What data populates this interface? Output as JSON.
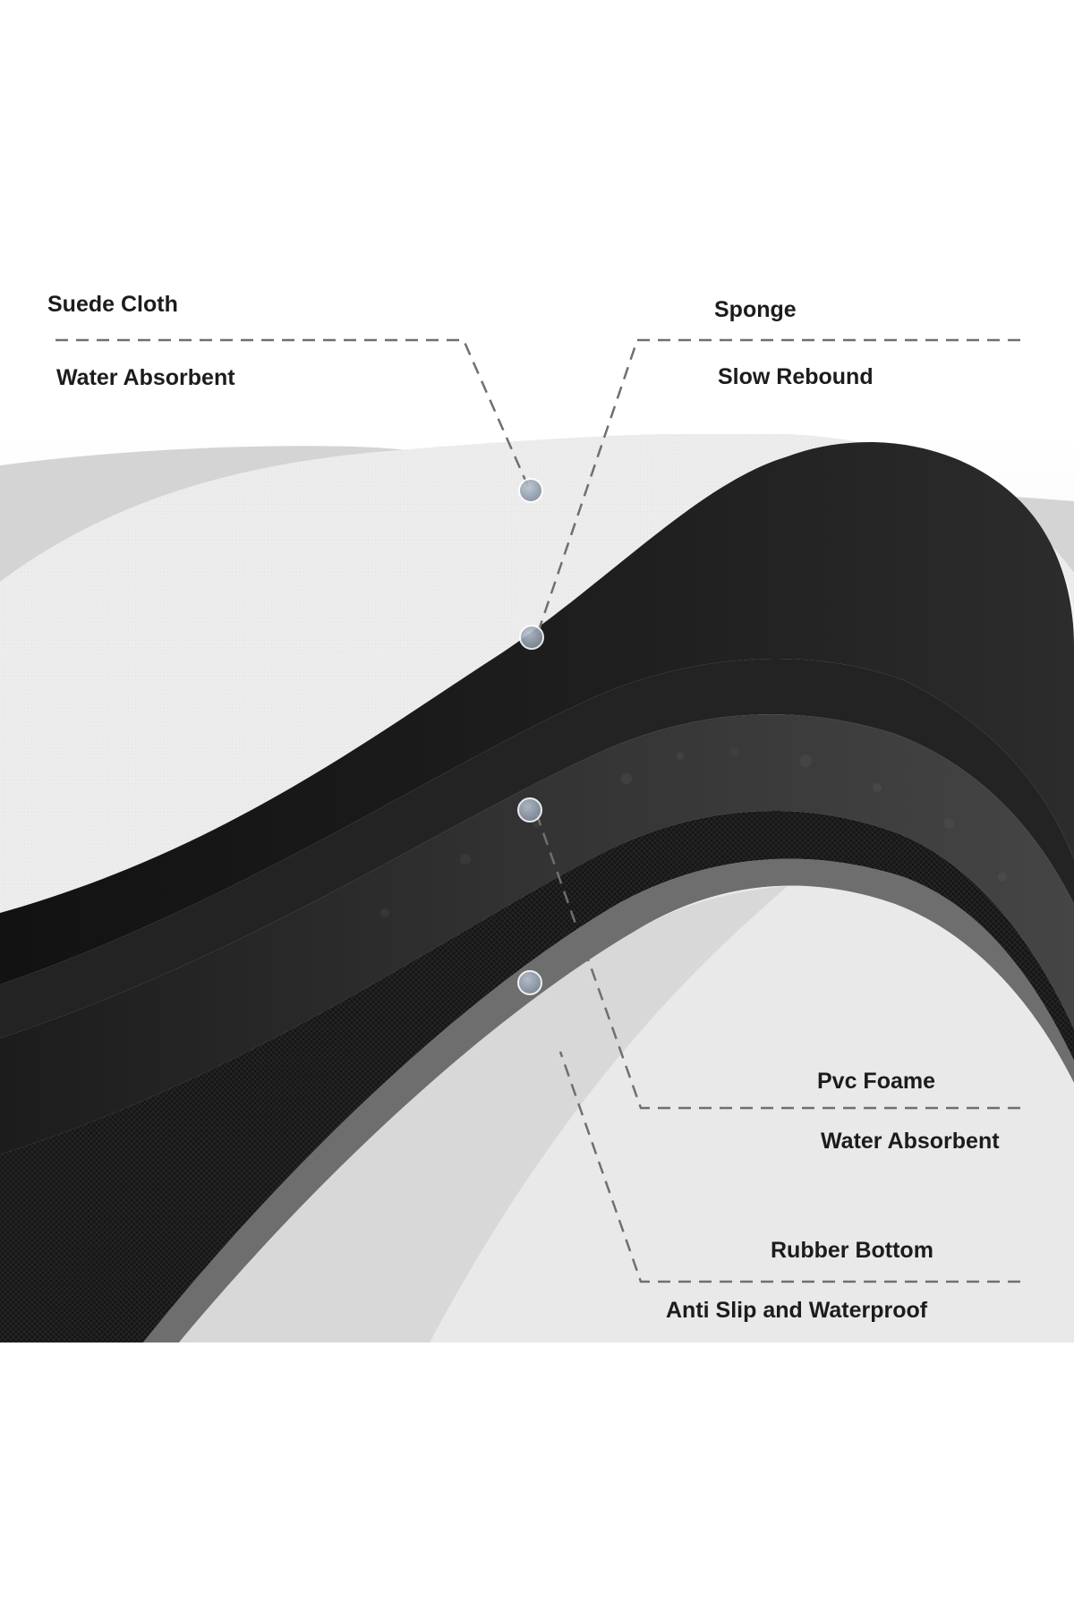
{
  "callouts": [
    {
      "id": "suede",
      "title": "Suede Cloth",
      "subtitle": "Water Absorbent"
    },
    {
      "id": "sponge",
      "title": "Sponge",
      "subtitle": "Slow Rebound"
    },
    {
      "id": "pvc",
      "title": "Pvc Foame",
      "subtitle": "Water Absorbent"
    },
    {
      "id": "rubber",
      "title": "Rubber Bottom",
      "subtitle": "Anti Slip and Waterproof"
    }
  ],
  "colors": {
    "suede_layer": "#efefef",
    "sponge_layer": "#1d1d1d",
    "pvc_layer": "#2e2e2e",
    "rubber_layer": "#141414",
    "marker": "#8f9aa8",
    "dash_line": "#6f6f6f",
    "text": "#1c1c1c"
  },
  "icons": {
    "marker": "layer-marker-dot"
  }
}
